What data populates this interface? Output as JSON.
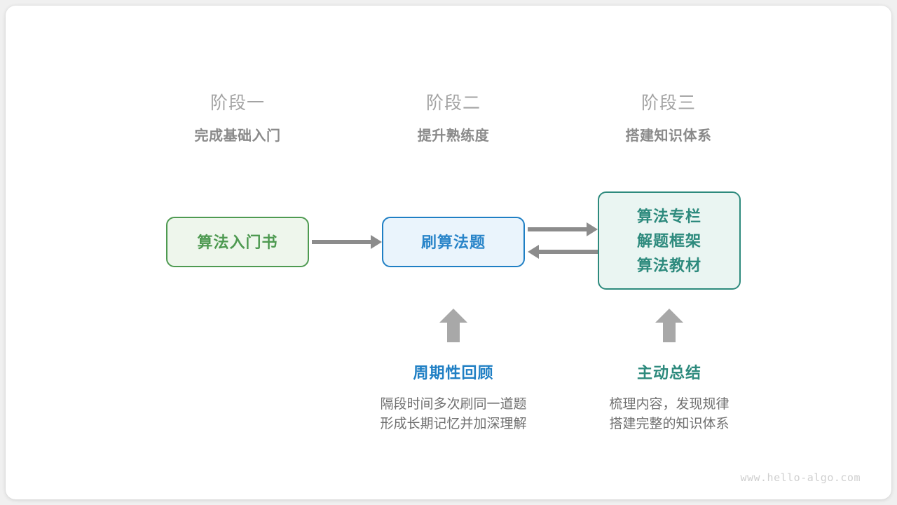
{
  "diagram": {
    "stages": [
      {
        "title": "阶段一",
        "subtitle": "完成基础入门"
      },
      {
        "title": "阶段二",
        "subtitle": "提升熟练度"
      },
      {
        "title": "阶段三",
        "subtitle": "搭建知识体系"
      }
    ],
    "nodes": [
      {
        "id": "node-intro-book",
        "lines": [
          "算法入门书"
        ],
        "color": "#4e9a51",
        "fill": "#eef6ec"
      },
      {
        "id": "node-practice-problems",
        "lines": [
          "刷算法题"
        ],
        "color": "#1f7fc4",
        "fill": "#eaf4fc"
      },
      {
        "id": "node-knowledge-sources",
        "lines": [
          "算法专栏",
          "解题框架",
          "算法教材"
        ],
        "color": "#2d8a7d",
        "fill": "#eaf5f2"
      }
    ],
    "notes": [
      {
        "id": "note-periodic-review",
        "title": "周期性回顾",
        "title_color": "#1f7fc4",
        "desc_line1": "隔段时间多次刷同一道题",
        "desc_line2": "形成长期记忆并加深理解"
      },
      {
        "id": "note-active-summary",
        "title": "主动总结",
        "title_color": "#2d8a7d",
        "desc_line1": "梳理内容，发现规律",
        "desc_line2": "搭建完整的知识体系"
      }
    ],
    "arrow_color": "#8c8c8c",
    "watermark": "www.hello-algo.com"
  }
}
